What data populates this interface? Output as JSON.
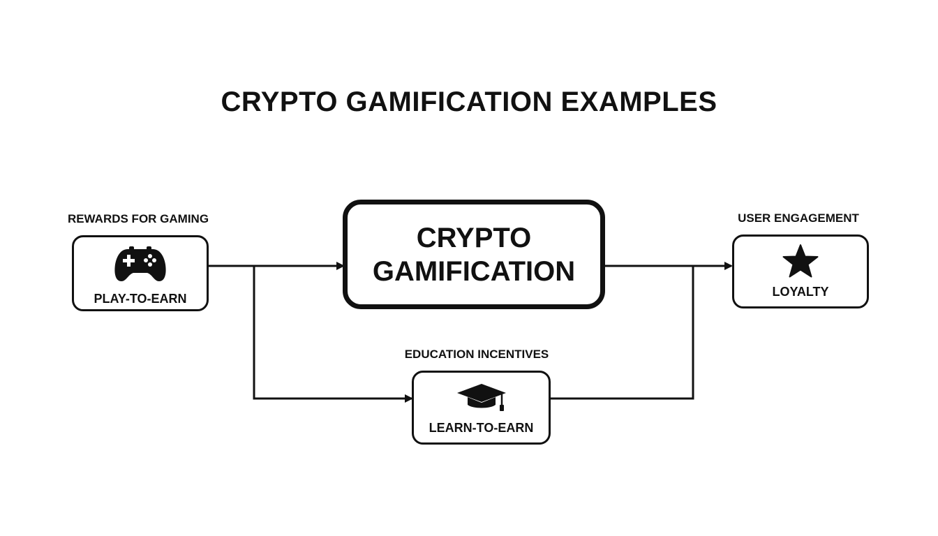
{
  "title": "CRYPTO GAMIFICATION EXAMPLES",
  "central": {
    "line1": "CRYPTO",
    "line2": "GAMIFICATION"
  },
  "nodes": {
    "play": {
      "caption": "REWARDS FOR GAMING",
      "label": "PLAY-TO-EARN",
      "icon": "gamepad-icon"
    },
    "loyalty": {
      "caption": "USER ENGAGEMENT",
      "label": "LOYALTY",
      "icon": "star-icon"
    },
    "learn": {
      "caption": "EDUCATION INCENTIVES",
      "label": "LEARN-TO-EARN",
      "icon": "graduation-cap-icon"
    }
  },
  "colors": {
    "stroke": "#111111",
    "background": "#ffffff"
  }
}
